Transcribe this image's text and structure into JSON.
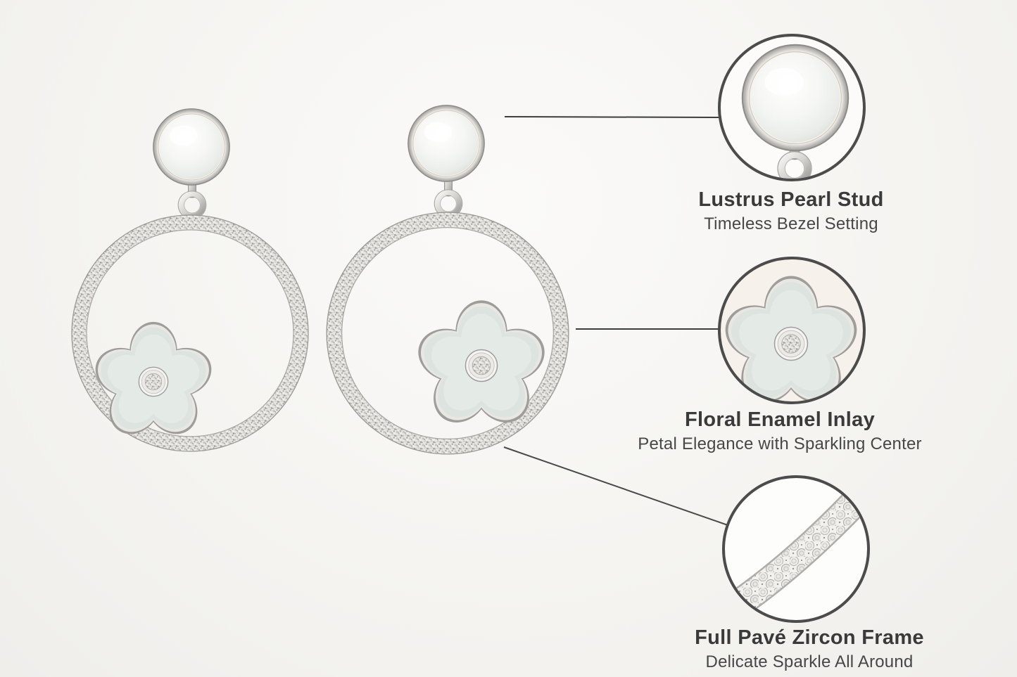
{
  "figure": {
    "type": "annotated-product-feature-diagram",
    "subject": "pair-of-pearl-flower-pave-hoop-earrings"
  },
  "callouts": [
    {
      "id": "pearl-stud",
      "title": "Lustrus Pearl Stud",
      "subtitle": "Timeless Bezel Setting",
      "detail_graphic": "pearl-stud-closeup"
    },
    {
      "id": "floral-inlay",
      "title": "Floral Enamel Inlay",
      "subtitle": "Petal Elegance with Sparkling Center",
      "detail_graphic": "enamel-flower-closeup"
    },
    {
      "id": "pave-frame",
      "title": "Full Pavé Zircon Frame",
      "subtitle": "Delicate Sparkle All Around",
      "detail_graphic": "pave-zircon-band-closeup"
    }
  ],
  "colors": {
    "background": "#f5f4f1",
    "callout_border": "#4c4c4c",
    "connector_line": "#3d3d3d",
    "title_text": "#3a3a3a",
    "subtitle_text": "#474747",
    "silver_metal": "#c7c5c1",
    "enamel": "#dde4e0",
    "pearl": "#f3f5f2"
  }
}
